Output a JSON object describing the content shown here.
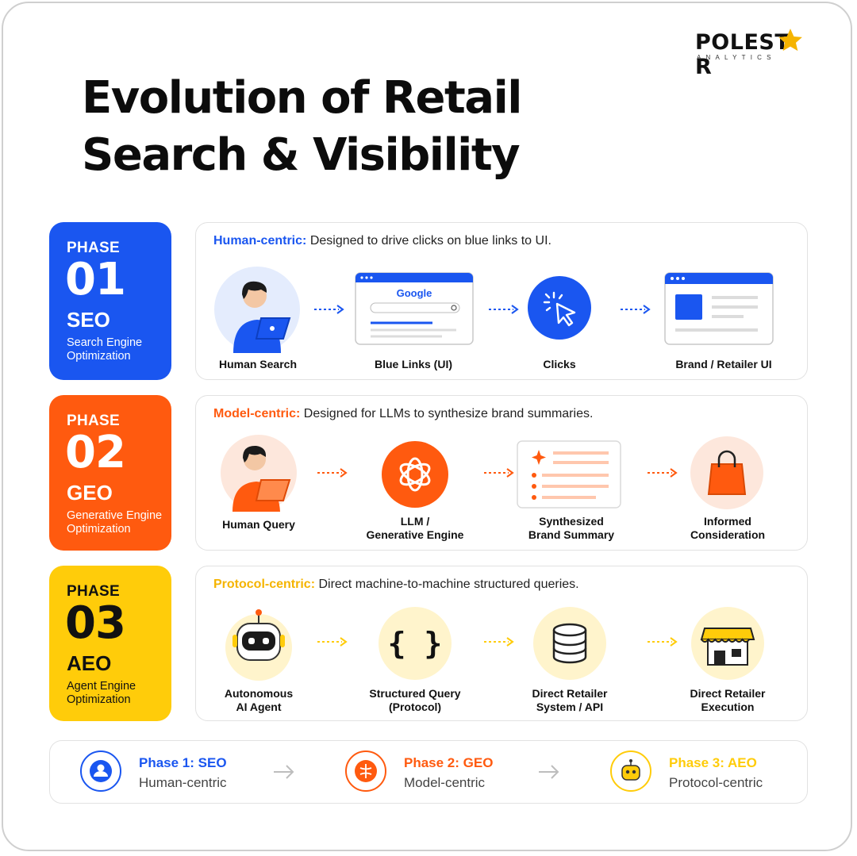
{
  "logo": {
    "word": "POLEST",
    "word_end": "R",
    "sub": "ANALYTICS"
  },
  "title": {
    "line1": "Evolution of Retail",
    "line2": "Search & Visibility"
  },
  "colors": {
    "blue": "#1a56f0",
    "orange": "#ff5a0f",
    "yellow": "#ffcc0a",
    "star": "#f5b400"
  },
  "phases": [
    {
      "label": "PHASE",
      "number": "01",
      "abbr": "SEO",
      "full": "Search Engine Optimization",
      "head_bold": "Human-centric:",
      "head_text": "Designed to drive clicks on blue links to UI.",
      "steps": [
        {
          "label": "Human Search",
          "icon": "person-laptop-icon"
        },
        {
          "label": "Blue Links (UI)",
          "icon": "browser-search-icon",
          "search_word": "Google"
        },
        {
          "label": "Clicks",
          "icon": "cursor-click-icon"
        },
        {
          "label": "Brand / Retailer UI",
          "icon": "website-icon"
        }
      ]
    },
    {
      "label": "PHASE",
      "number": "02",
      "abbr": "GEO",
      "full": "Generative Engine Optimization",
      "head_bold": "Model-centric:",
      "head_text": "Designed for LLMs to synthesize brand summaries.",
      "steps": [
        {
          "label": "Human Query",
          "icon": "person-laptop-icon"
        },
        {
          "label": "LLM /",
          "label2": "Generative Engine",
          "icon": "llm-knot-icon"
        },
        {
          "label": "Synthesized",
          "label2": "Brand Summary",
          "icon": "summary-list-icon"
        },
        {
          "label": "Informed",
          "label2": "Consideration",
          "icon": "shopping-bag-icon"
        }
      ]
    },
    {
      "label": "PHASE",
      "number": "03",
      "abbr": "AEO",
      "full": "Agent Engine Optimization",
      "head_bold": "Protocol-centric:",
      "head_text": "Direct machine-to-machine structured queries.",
      "steps": [
        {
          "label": "Autonomous",
          "label2": "AI Agent",
          "icon": "robot-icon"
        },
        {
          "label": "Structured Query",
          "label2": "(Protocol)",
          "icon": "curly-braces-icon"
        },
        {
          "label": "Direct Retailer",
          "label2": "System / API",
          "icon": "database-icon"
        },
        {
          "label": "Direct Retailer",
          "label2": "Execution",
          "icon": "storefront-icon"
        }
      ]
    }
  ],
  "legend": [
    {
      "title": "Phase 1: SEO",
      "sub": "Human-centric",
      "icon": "user-icon"
    },
    {
      "title": "Phase 2: GEO",
      "sub": "Model-centric",
      "icon": "brain-icon"
    },
    {
      "title": "Phase 3: AEO",
      "sub": "Protocol-centric",
      "icon": "robot-icon"
    }
  ]
}
